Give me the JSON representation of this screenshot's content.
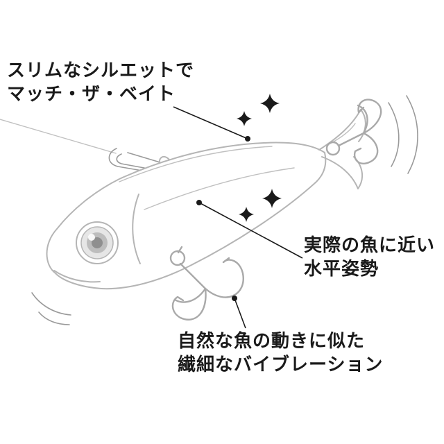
{
  "page": {
    "background": "#ffffff",
    "description_icons": {
      "sparkle": "four-pointed-sparkle",
      "motion": "curved-motion-lines"
    }
  },
  "colors": {
    "ink": "#1a1a1a",
    "line_art": "#b5b5b5",
    "line_art_dark": "#9a9a9a",
    "background": "#ffffff"
  },
  "annotations": {
    "slim": {
      "line1": "スリムなシルエットで",
      "line2": "マッチ・ザ・ベイト"
    },
    "posture": {
      "line1": "実際の魚に近い",
      "line2": "水平姿勢"
    },
    "vibration": {
      "line1": "自然な魚の動きに似た",
      "line2": "繊細なバイブレーション"
    }
  }
}
